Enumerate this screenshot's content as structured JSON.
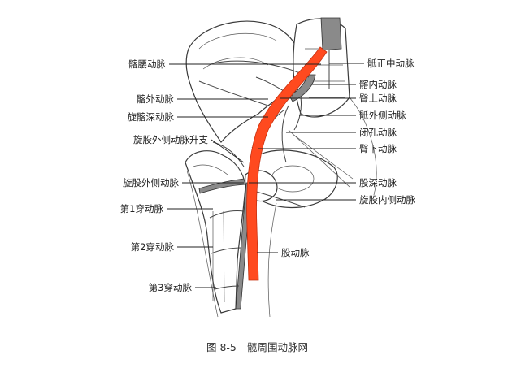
{
  "labels_left": [
    "髂腰动脉",
    "髂外动脉",
    "旋髂深动脉",
    "旋股外侧动脉升支",
    "旋股外侧动脉",
    "第1穿动脉",
    "第2穿动脉",
    "第3穿动脉"
  ],
  "labels_right": [
    "骶正中动脉",
    "髂内动脉",
    "臀上动脉",
    "骶外侧动脉",
    "闭孔动脉",
    "臀下动脉",
    "股深动脉",
    "旋股内侧动脉",
    "股动脉"
  ],
  "caption": {
    "number": "图 8-5",
    "title": "髋周围动脉网"
  },
  "colors": {
    "highlight_artery": "#ff4a1f",
    "vessel_gray": "#8a8a8a",
    "line": "#222222"
  }
}
